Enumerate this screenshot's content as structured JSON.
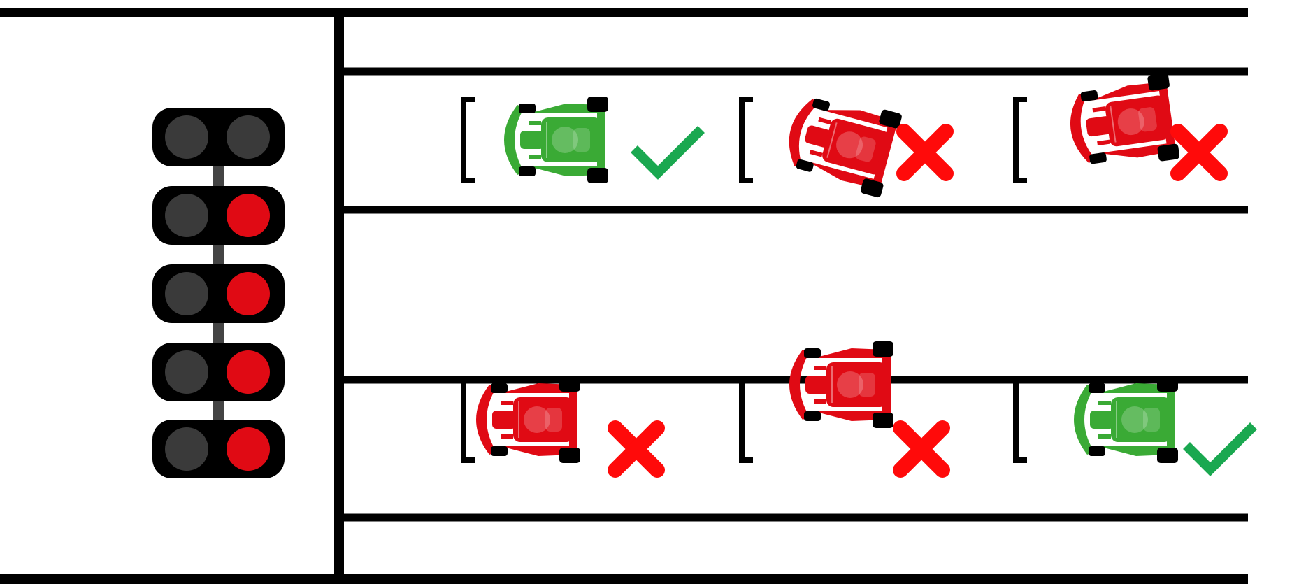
{
  "colors": {
    "line": "#000000",
    "lamp_off": "#3a3a3a",
    "lamp_on": "#e00a14",
    "kart_ok": "#3aaa35",
    "kart_bad": "#e00a14",
    "check": "#1aa850",
    "cross": "#ff0a0a",
    "tire": "#000000"
  },
  "start_light": {
    "rows": [
      {
        "left": "off",
        "right": "off"
      },
      {
        "left": "off",
        "right": "on"
      },
      {
        "left": "off",
        "right": "on"
      },
      {
        "left": "off",
        "right": "on"
      },
      {
        "left": "off",
        "right": "on"
      }
    ]
  },
  "grid": {
    "karts": [
      {
        "lane": "upper",
        "slot": 1,
        "status": "correct",
        "rotation_deg": 0,
        "icon": "check-icon"
      },
      {
        "lane": "upper",
        "slot": 2,
        "status": "incorrect",
        "rotation_deg": 15,
        "icon": "cross-icon"
      },
      {
        "lane": "upper",
        "slot": 3,
        "status": "incorrect",
        "rotation_deg": -8,
        "icon": "cross-icon"
      },
      {
        "lane": "lower",
        "slot": 1,
        "status": "incorrect",
        "rotation_deg": 0,
        "icon": "cross-icon"
      },
      {
        "lane": "lower",
        "slot": 2,
        "status": "incorrect",
        "rotation_deg": 0,
        "icon": "cross-icon"
      },
      {
        "lane": "lower",
        "slot": 3,
        "status": "correct",
        "rotation_deg": 0,
        "icon": "check-icon"
      }
    ]
  }
}
